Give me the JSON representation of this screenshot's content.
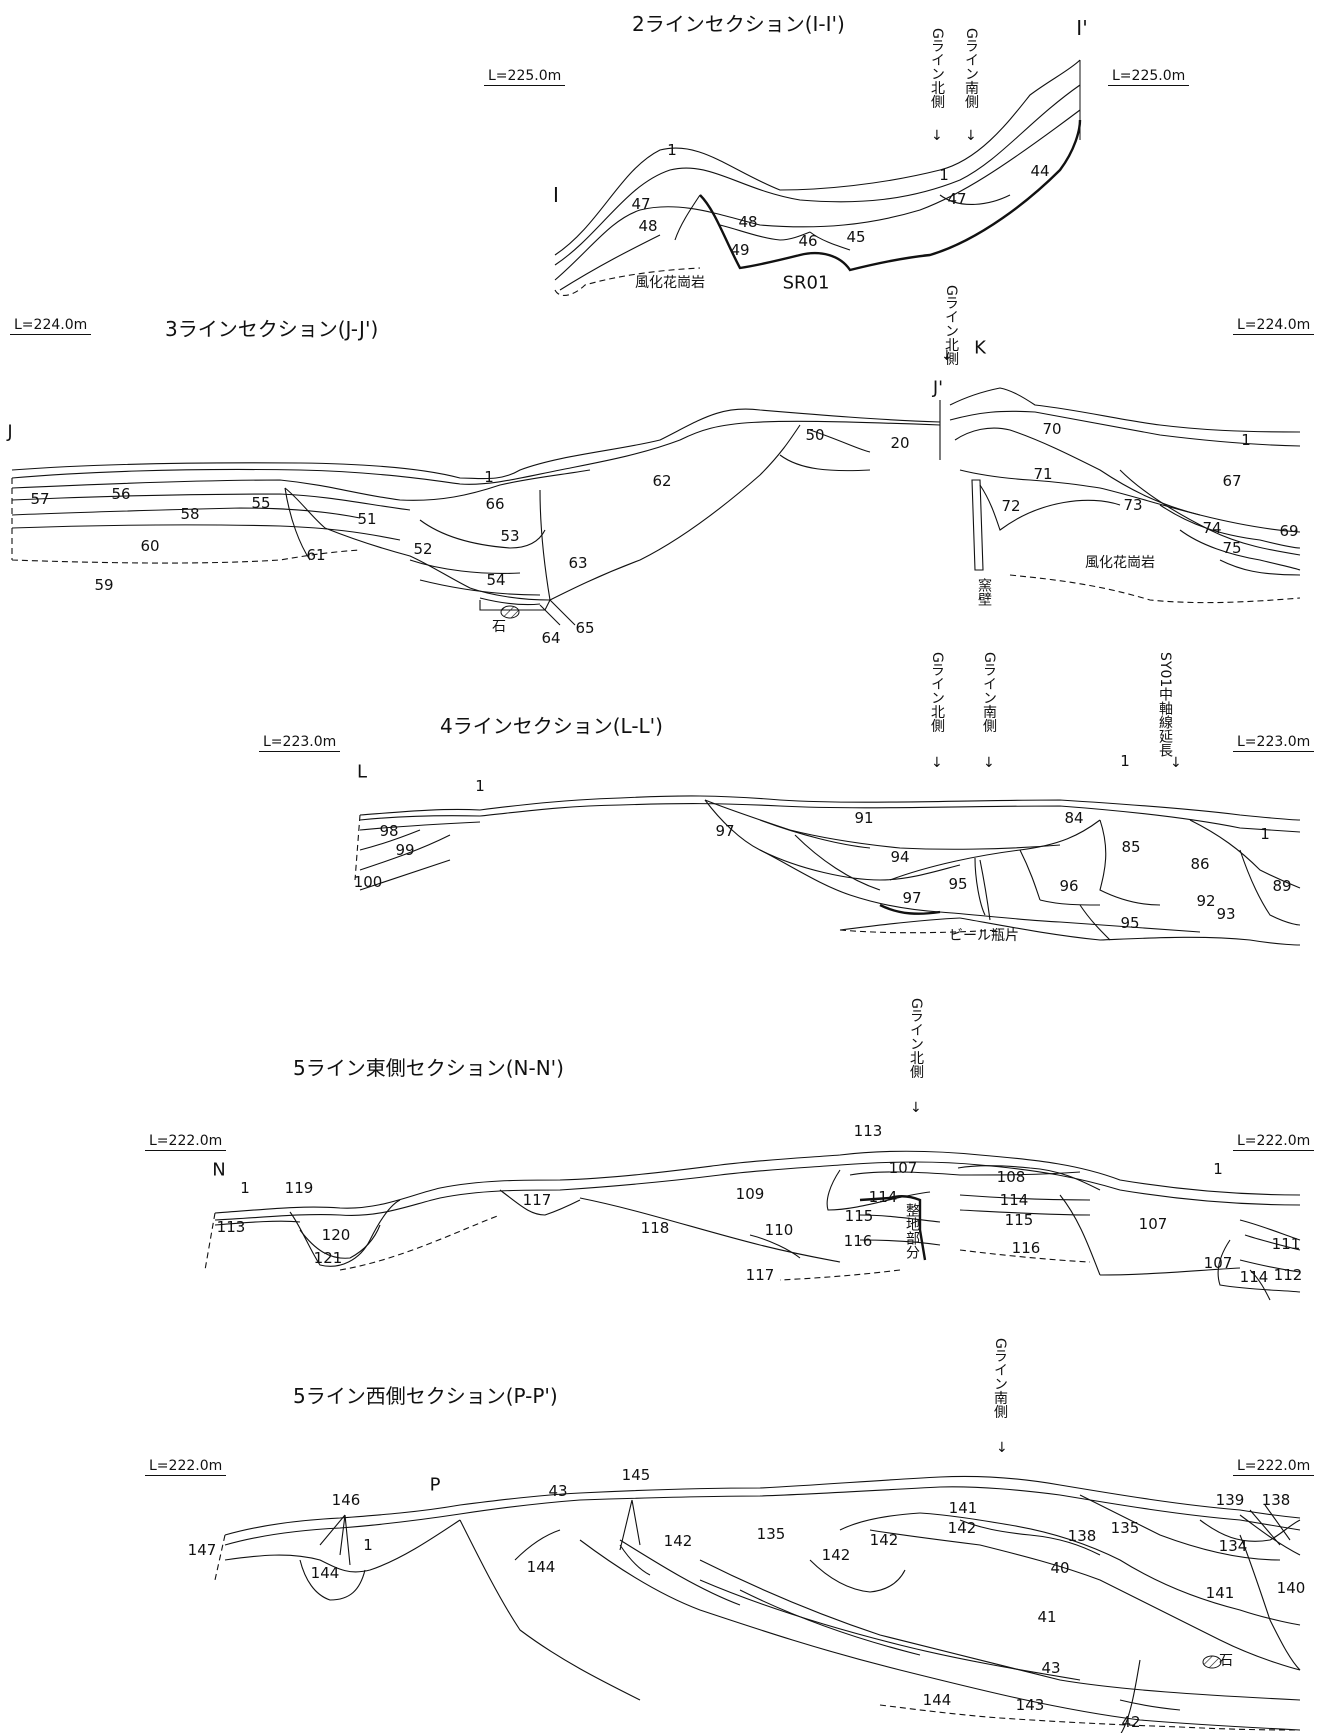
{
  "sections": [
    {
      "id": "2",
      "title": "2ラインセクション(I-I')",
      "elev_left": "L=225.0m",
      "elev_right": "L=225.0m",
      "markers": [
        "I",
        "I'"
      ],
      "notes": [
        "Gライン北側",
        "Gライン南側"
      ],
      "layers": [
        "1",
        "47",
        "48",
        "48",
        "49",
        "46",
        "45",
        "47",
        "44",
        "1"
      ],
      "annotations": [
        "風化花崗岩",
        "SR01"
      ]
    },
    {
      "id": "3",
      "title": "3ラインセクション(J-J')",
      "elev_left": "L=224.0m",
      "elev_right": "L=224.0m",
      "markers": [
        "J",
        "J'",
        "K"
      ],
      "notes": [
        "Gライン北側"
      ],
      "layers": [
        "57",
        "56",
        "58",
        "60",
        "59",
        "55",
        "61",
        "51",
        "1",
        "66",
        "52",
        "53",
        "54",
        "63",
        "62",
        "50",
        "20",
        "64",
        "65",
        "70",
        "71",
        "72",
        "73",
        "1",
        "67",
        "74",
        "69",
        "75"
      ],
      "annotations": [
        "石",
        "窯壁",
        "風化花崗岩"
      ]
    },
    {
      "id": "4",
      "title": "4ラインセクション(L-L')",
      "elev_left": "L=223.0m",
      "elev_right": "L=223.0m",
      "markers": [
        "L"
      ],
      "notes": [
        "Gライン北側",
        "Gライン南側",
        "SY01中軸線延長"
      ],
      "layers": [
        "1",
        "98",
        "99",
        "100",
        "97",
        "91",
        "94",
        "95",
        "97",
        "84",
        "1",
        "85",
        "86",
        "96",
        "92",
        "89",
        "93",
        "95",
        "1"
      ],
      "annotations": [
        "ビール瓶片"
      ]
    },
    {
      "id": "5e",
      "title": "5ライン東側セクション(N-N')",
      "elev_left": "L=222.0m",
      "elev_right": "L=222.0m",
      "markers": [
        "N"
      ],
      "notes": [
        "Gライン北側"
      ],
      "layers": [
        "1",
        "119",
        "113",
        "120",
        "121",
        "117",
        "118",
        "109",
        "110",
        "117",
        "113",
        "107",
        "114",
        "115",
        "116",
        "108",
        "114",
        "115",
        "116",
        "107",
        "1",
        "111",
        "107",
        "114",
        "112"
      ],
      "annotations": [
        "整地部分"
      ]
    },
    {
      "id": "5w",
      "title": "5ライン西側セクション(P-P')",
      "elev_left": "L=222.0m",
      "elev_right": "L=222.0m",
      "markers": [
        "P"
      ],
      "notes": [
        "Gライン南側"
      ],
      "layers": [
        "146",
        "147",
        "1",
        "144",
        "43",
        "145",
        "142",
        "144",
        "135",
        "142",
        "142",
        "141",
        "142",
        "138",
        "135",
        "139",
        "138",
        "134",
        "40",
        "141",
        "140",
        "41",
        "43",
        "144",
        "143",
        "42"
      ],
      "annotations": [
        "石"
      ]
    }
  ]
}
